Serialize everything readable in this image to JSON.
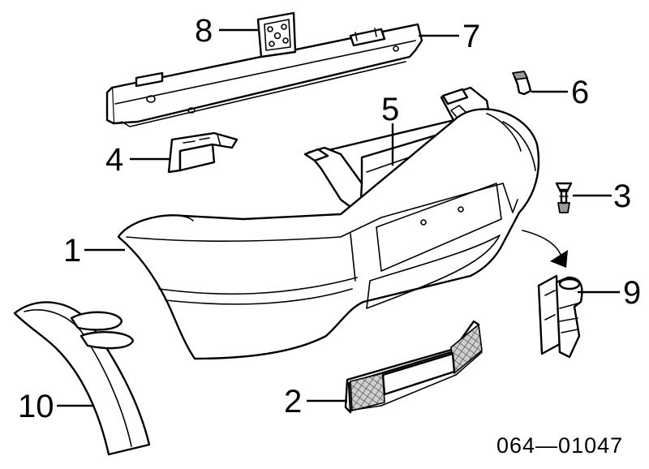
{
  "callouts": {
    "c1": "1",
    "c2": "2",
    "c3": "3",
    "c4": "4",
    "c5": "5",
    "c6": "6",
    "c7": "7",
    "c8": "8",
    "c9": "9",
    "c10": "10"
  },
  "diagram_code": "064—01047"
}
